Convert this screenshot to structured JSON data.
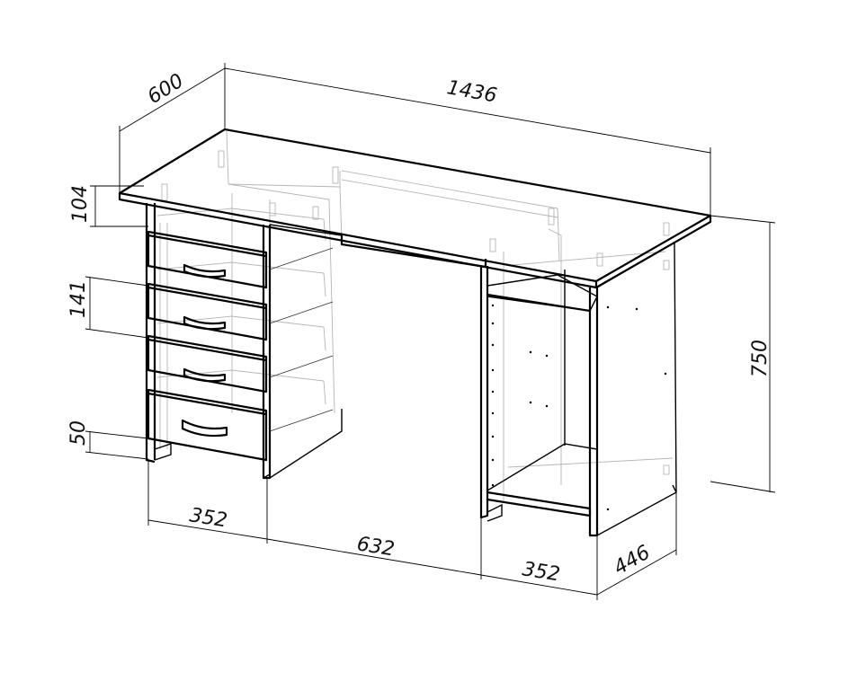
{
  "dimensions": {
    "depth_top": "600",
    "width_total": "1436",
    "drawer_top_gap": "104",
    "drawer_height": "141",
    "plinth_height": "50",
    "height_total": "750",
    "pedestal_left_width": "352",
    "knee_space_width": "632",
    "pedestal_right_width": "352",
    "pedestal_depth": "446"
  },
  "colors": {
    "line": "#000000",
    "ghost": "#b5b5b5",
    "background": "#ffffff"
  }
}
